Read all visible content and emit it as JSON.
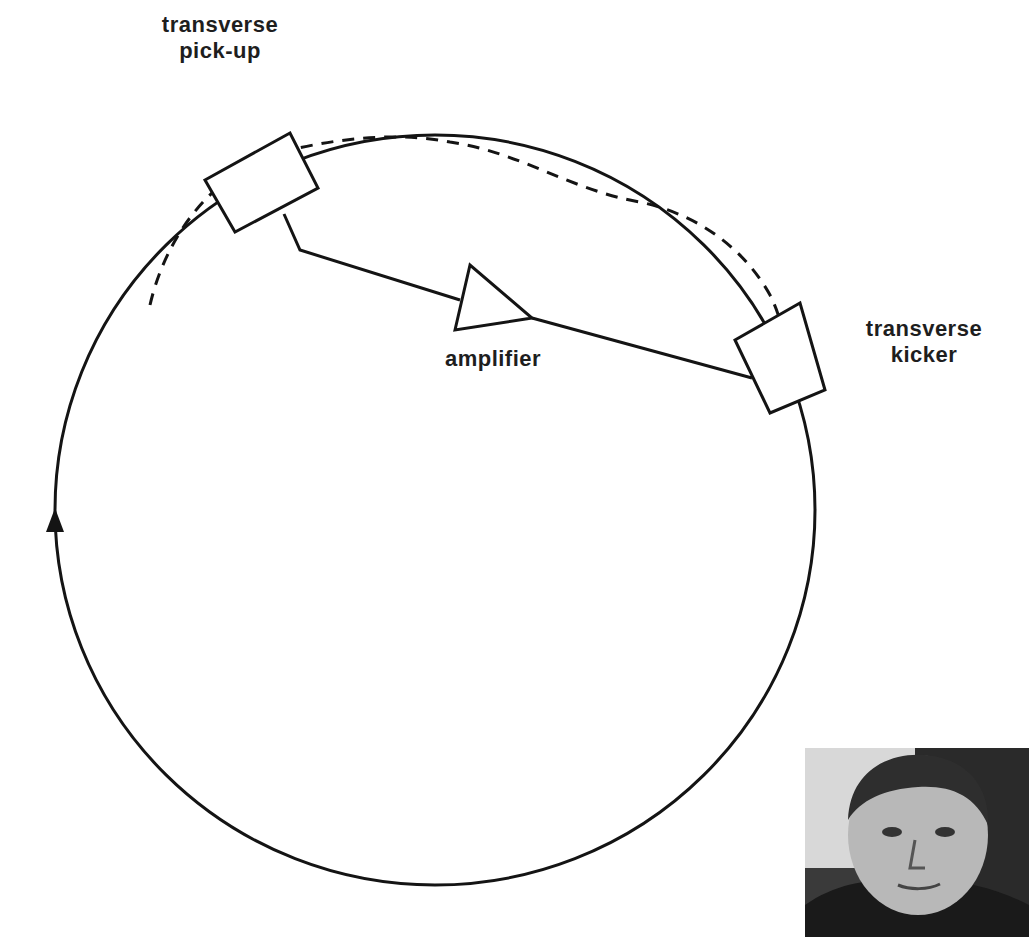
{
  "diagram": {
    "nodes": [
      {
        "text": [
          "transverse pick-up"
        ]
      },
      {
        "text": [
          "amplifier"
        ]
      },
      {
        "text": [
          "transverse kicker"
        ]
      }
    ],
    "edges": [
      {
        "from": 0,
        "to": 1,
        "arrow": "none"
      },
      {
        "from": 1,
        "to": 2,
        "arrow": "none"
      }
    ]
  }
}
